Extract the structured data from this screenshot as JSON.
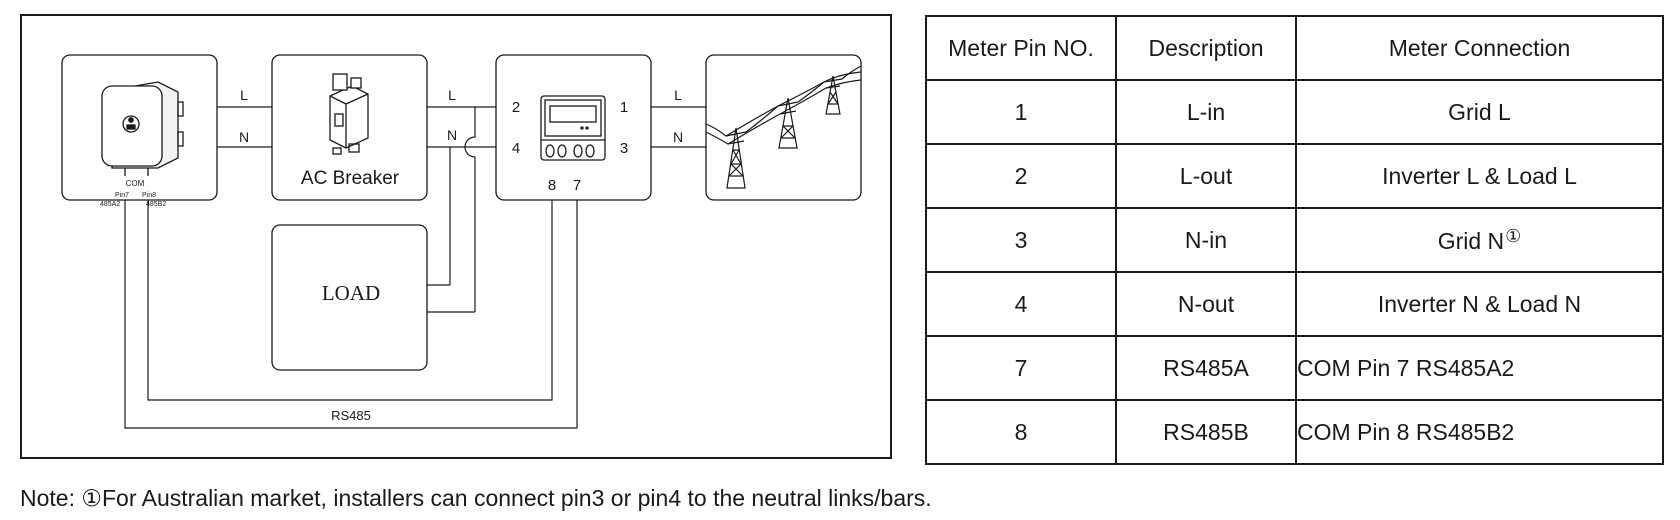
{
  "diagram": {
    "inverter": {
      "port_label": "COM",
      "pin7_label": "Pin7",
      "pin8_label": "Pin8",
      "pin7_signal": "485A2",
      "pin8_signal": "485B2"
    },
    "breaker": {
      "label": "AC Breaker"
    },
    "load": {
      "label": "LOAD"
    },
    "meter": {
      "terminals": {
        "t2": "2",
        "t4": "4",
        "t1": "1",
        "t3": "3",
        "t8": "8",
        "t7": "7"
      }
    },
    "wires": {
      "inv_L": "L",
      "inv_N": "N",
      "brk_L": "L",
      "brk_N": "N",
      "grid_L": "L",
      "grid_N": "N",
      "bus_label": "RS485"
    },
    "icons": [
      "inverter-icon",
      "breaker-icon",
      "energy-meter-icon",
      "power-grid-icon"
    ]
  },
  "table": {
    "headers": [
      "Meter Pin NO.",
      "Description",
      "Meter Connection"
    ],
    "rows": [
      {
        "pin": "1",
        "desc": "L-in",
        "conn": "Grid L",
        "mark": ""
      },
      {
        "pin": "2",
        "desc": "L-out",
        "conn": "Inverter L & Load L",
        "mark": ""
      },
      {
        "pin": "3",
        "desc": "N-in",
        "conn": "Grid N",
        "mark": "①"
      },
      {
        "pin": "4",
        "desc": "N-out",
        "conn": "Inverter N & Load N",
        "mark": ""
      },
      {
        "pin": "7",
        "desc": "RS485A",
        "conn": "COM Pin 7 RS485A2",
        "mark": ""
      },
      {
        "pin": "8",
        "desc": "RS485B",
        "conn": "COM Pin 8 RS485B2",
        "mark": ""
      }
    ]
  },
  "note": "Note: ①For Australian market, installers can connect pin3 or pin4 to the neutral links/bars."
}
